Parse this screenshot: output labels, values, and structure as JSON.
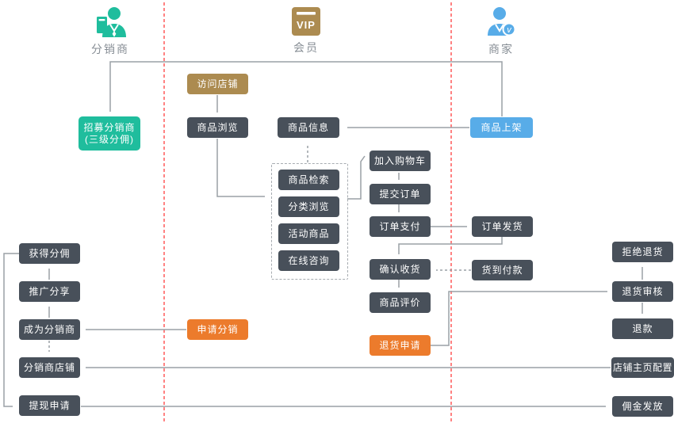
{
  "colors": {
    "dark": "#48505a",
    "green": "#1fbd9d",
    "gold": "#ac8b50",
    "blue": "#58ace8",
    "orange": "#ec7b2c",
    "line": "#9aa0a5",
    "divider": "#ff4d4d",
    "label": "#878e95"
  },
  "lanes": {
    "distributor": "分销商",
    "member": "会员",
    "merchant": "商家",
    "vip_badge": "VIP",
    "merchant_badge": "v"
  },
  "nodes": {
    "recruit_line1": "招募分销商",
    "recruit_line2": "(三级分佣)",
    "visit_shop": "访问店铺",
    "browse_products": "商品浏览",
    "product_info": "商品信息",
    "product_listing": "商品上架",
    "product_search": "商品检索",
    "category_browse": "分类浏览",
    "activity_products": "活动商品",
    "online_consult": "在线咨询",
    "add_to_cart": "加入购物车",
    "submit_order": "提交订单",
    "order_payment": "订单支付",
    "order_shipment": "订单发货",
    "confirm_receipt": "确认收货",
    "cash_on_delivery": "货到付款",
    "product_review": "商品评价",
    "return_request": "退货申请",
    "reject_return": "拒绝退货",
    "return_review": "退货审核",
    "refund": "退款",
    "shop_homepage_config": "店铺主页配置",
    "commission_payout": "佣金发放",
    "earn_commission": "获得分佣",
    "promote_share": "推广分享",
    "become_distributor": "成为分销商",
    "distributor_shop": "分销商店铺",
    "withdraw_request": "提现申请",
    "apply_distribution": "申请分销"
  }
}
